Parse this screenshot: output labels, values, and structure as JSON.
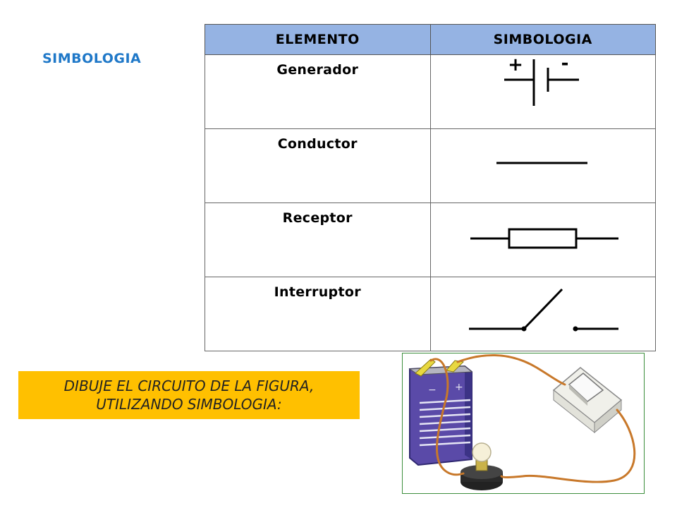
{
  "side_title": "SIMBOLOGIA",
  "table": {
    "headers": [
      "ELEMENTO",
      "SIMBOLOGIA"
    ],
    "rows": [
      {
        "element": "Generador",
        "symbol_icon": "battery-symbol-icon"
      },
      {
        "element": "Conductor",
        "symbol_icon": "wire-symbol-icon"
      },
      {
        "element": "Receptor",
        "symbol_icon": "resistor-symbol-icon"
      },
      {
        "element": "Interruptor",
        "symbol_icon": "switch-symbol-icon"
      }
    ],
    "generator_plus": "+",
    "generator_minus": "-"
  },
  "instruction": "DIBUJE EL CIRCUITO DE LA FIGURA, UTILIZANDO SIMBOLOGIA:",
  "colors": {
    "title_blue": "#1f78c8",
    "header_fill": "#95b3e3",
    "instruction_fill": "#ffc000",
    "wire_copper": "#c8782a",
    "frame_green": "#3d8f3d"
  }
}
